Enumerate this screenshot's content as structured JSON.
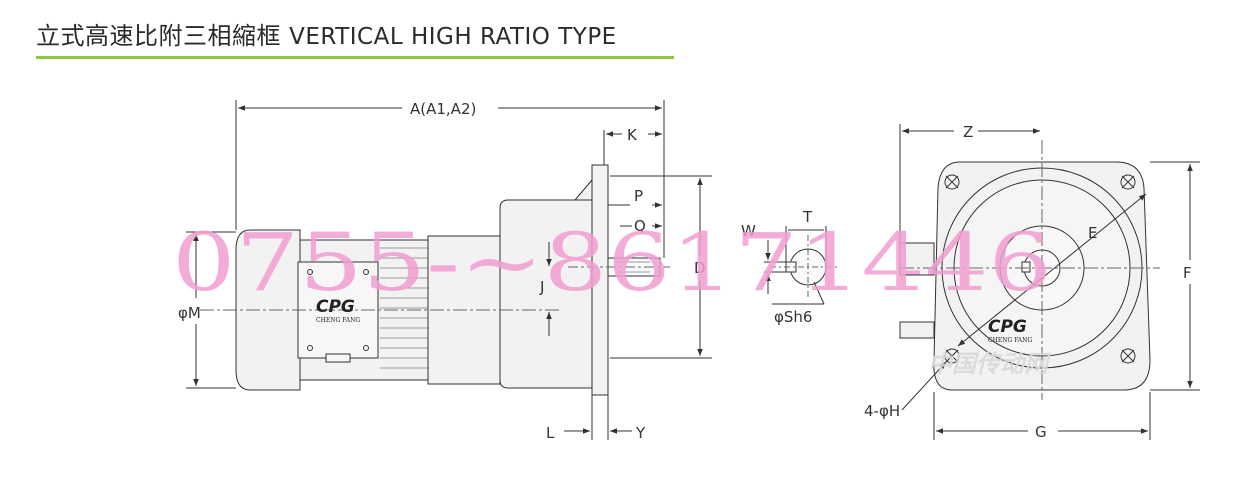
{
  "header": {
    "title_zh": "立式高速比附三相縮框",
    "title_en": "VERTICAL HIGH RATIO TYPE"
  },
  "dimensions": {
    "A": "A(A1,A2)",
    "K": "K",
    "P": "P",
    "Q": "Q",
    "D": "D",
    "J": "J",
    "M": "φM",
    "L": "L",
    "Y": "Y",
    "W": "W",
    "T": "T",
    "Sh6": "φSh6",
    "Z": "Z",
    "E": "E",
    "F": "F",
    "G": "G",
    "H": "4-φH"
  },
  "logo": {
    "brand": "CPG",
    "sub": "CHENG FANG"
  },
  "watermark": {
    "phone": "0755-~86171446",
    "site": "中国传动网"
  },
  "colors": {
    "accent": "#8dc63f",
    "watermark": "#f19ed1",
    "line": "#333333",
    "fill": "#f2f2f2"
  }
}
